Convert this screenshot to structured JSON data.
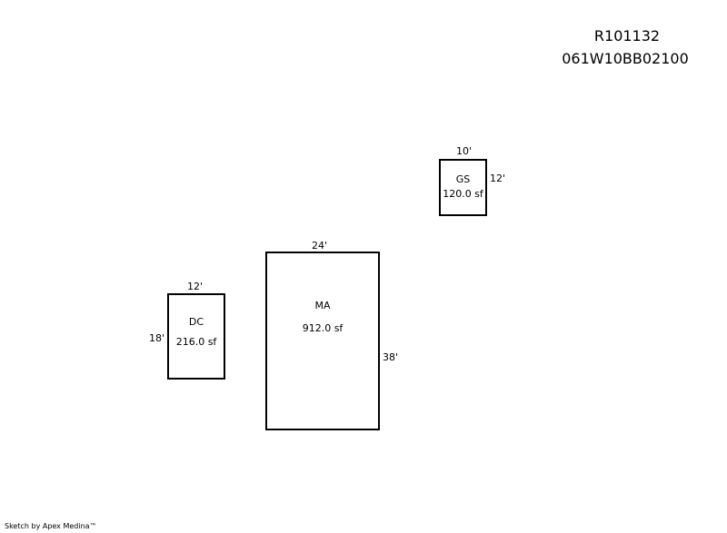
{
  "header": {
    "account": "R101132",
    "map_number": "061W10BB02100"
  },
  "areas": {
    "gs": {
      "code": "GS",
      "area": "120.0 sf",
      "width": "10'",
      "depth": "12'"
    },
    "ma": {
      "code": "MA",
      "area": "912.0 sf",
      "width": "24'",
      "depth": "38'"
    },
    "dc": {
      "code": "DC",
      "area": "216.0 sf",
      "width": "12'",
      "depth": "18'"
    }
  },
  "footer": {
    "credit": "Sketch by Apex Medina™"
  }
}
